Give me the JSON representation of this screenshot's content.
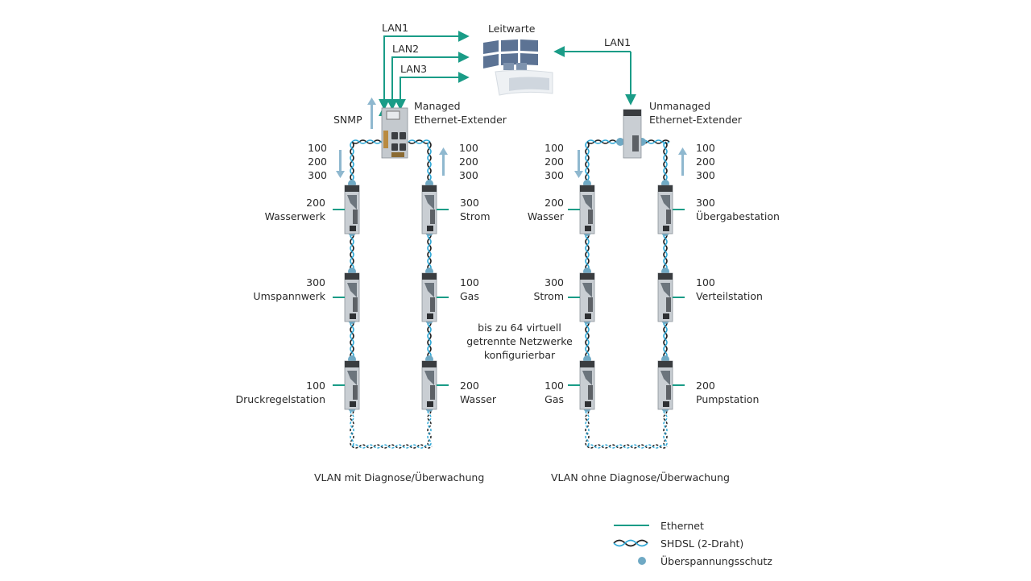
{
  "control_room": {
    "label": "Leitwarte"
  },
  "lan_links": {
    "managed": [
      "LAN1",
      "LAN2",
      "LAN3"
    ],
    "unmanaged": [
      "LAN1"
    ]
  },
  "managed_extender": {
    "label_line1": "Managed",
    "label_line2": "Ethernet-Extender",
    "snmp_label": "SNMP",
    "down_vlans": [
      "100",
      "200",
      "300"
    ],
    "up_vlans": [
      "100",
      "200",
      "300"
    ]
  },
  "unmanaged_extender": {
    "label_line1": "Unmanaged",
    "label_line2": "Ethernet-Extender",
    "down_vlans": [
      "100",
      "200",
      "300"
    ],
    "up_vlans": [
      "100",
      "200",
      "300"
    ]
  },
  "left_ring": {
    "caption": "VLAN mit Diagnose/Überwachung",
    "left_nodes": [
      {
        "vlan": "200",
        "name": "Wasserwerk"
      },
      {
        "vlan": "300",
        "name": "Umspannwerk"
      },
      {
        "vlan": "100",
        "name": "Druckregelstation"
      }
    ],
    "right_nodes": [
      {
        "vlan": "300",
        "name": "Strom"
      },
      {
        "vlan": "100",
        "name": "Gas"
      },
      {
        "vlan": "200",
        "name": "Wasser"
      }
    ]
  },
  "right_ring": {
    "caption": "VLAN ohne Diagnose/Überwachung",
    "left_nodes": [
      {
        "vlan": "200",
        "name": "Wasser"
      },
      {
        "vlan": "300",
        "name": "Strom"
      },
      {
        "vlan": "100",
        "name": "Gas"
      }
    ],
    "right_nodes": [
      {
        "vlan": "300",
        "name": "Übergabestation"
      },
      {
        "vlan": "100",
        "name": "Verteilstation"
      },
      {
        "vlan": "200",
        "name": "Pumpstation"
      }
    ]
  },
  "center_note": [
    "bis zu 64 virtuell",
    "getrennte Netzwerke",
    "konfigurierbar"
  ],
  "legend": [
    {
      "icon": "ethernet-line-icon",
      "label": "Ethernet"
    },
    {
      "icon": "shdsl-twisted-pair-icon",
      "label": "SHDSL (2-Draht)"
    },
    {
      "icon": "surge-protection-dot-icon",
      "label": "Überspannungsschutz"
    }
  ],
  "colors": {
    "ethernet": "#1a9c87",
    "shdsl_a": "#2fa8d6",
    "shdsl_b": "#1e1e1e",
    "surge_dot": "#6fa9c4",
    "arrow_pale": "#8fb8cf",
    "monitor": "#5c7394"
  }
}
